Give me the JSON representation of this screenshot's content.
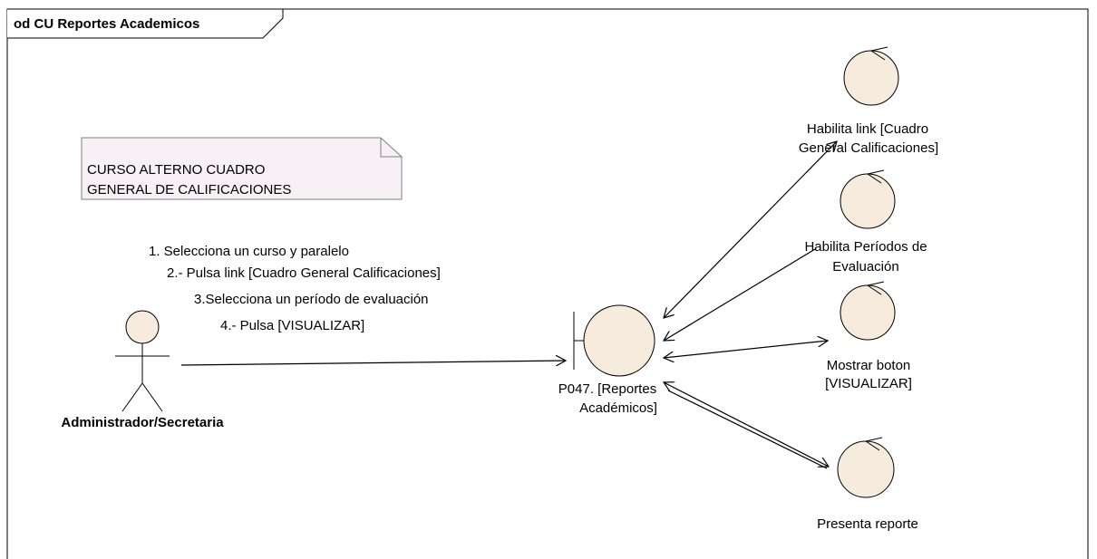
{
  "diagram": {
    "frame_title": "od CU Reportes Academicos",
    "colors": {
      "shape_fill": "#f6ebdc",
      "note_fill": "#f7f0f5",
      "stroke": "#000000"
    },
    "note": {
      "lines": [
        "CURSO ALTERNO CUADRO",
        "GENERAL DE CALIFICACIONES"
      ]
    },
    "steps": [
      "1. Selecciona un curso y paralelo",
      "2.- Pulsa link [Cuadro General Calificaciones]",
      "3.Selecciona un período de evaluación",
      "4.- Pulsa  [VISUALIZAR]"
    ],
    "actor": {
      "name": "Administrador/Secretaria"
    },
    "boundary": {
      "lines": [
        "P047. [Reportes",
        "Académicos]"
      ]
    },
    "controls": [
      {
        "lines": [
          "Habilita link [Cuadro",
          "General Calificaciones]"
        ]
      },
      {
        "lines": [
          "Habilita Períodos de",
          "Evaluación"
        ]
      },
      {
        "lines": [
          "Mostrar boton",
          "[VISUALIZAR]"
        ]
      },
      {
        "lines": [
          "Presenta reporte"
        ]
      }
    ]
  }
}
